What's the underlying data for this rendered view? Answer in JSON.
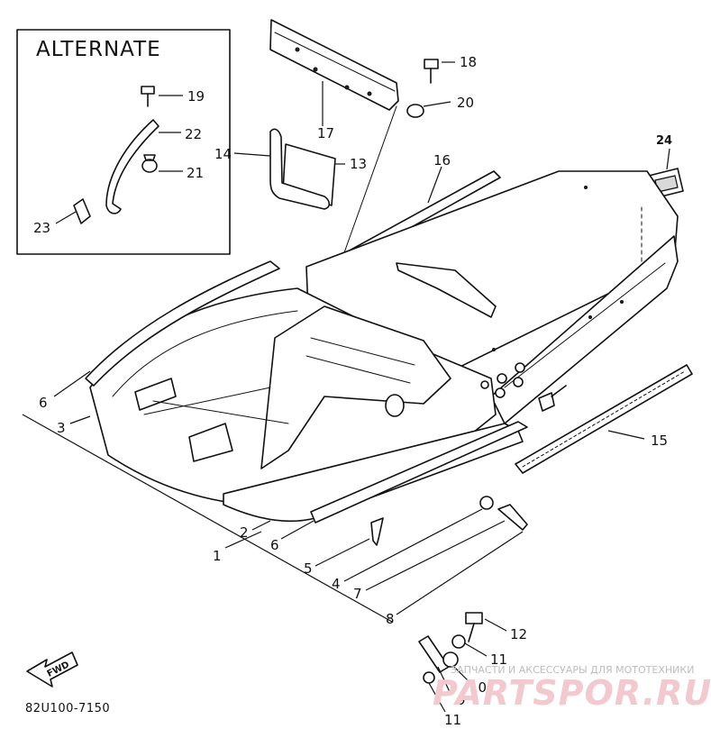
{
  "alternate_box": {
    "title": "ALTERNATE"
  },
  "callouts": {
    "c1": "1",
    "c2": "2",
    "c3": "3",
    "c4": "4",
    "c5": "5",
    "c6a": "6",
    "c6b": "6",
    "c7": "7",
    "c8": "8",
    "c9": "9",
    "c10": "10",
    "c11a": "11",
    "c11b": "11",
    "c12": "12",
    "c13": "13",
    "c14": "14",
    "c15": "15",
    "c16": "16",
    "c17": "17",
    "c18": "18",
    "c19": "19",
    "c20": "20",
    "c21": "21",
    "c22": "22",
    "c23": "23",
    "c24": "24"
  },
  "diagram_code": "82U100-7150",
  "forward_arrow": {
    "label": "FWD"
  },
  "watermark": {
    "caption": "ЗАПЧАСТИ И АКСЕССУАРЫ ДЛЯ МОТОТЕХНИКИ",
    "brand": "PARTSPOR.RU"
  },
  "icons": [
    "forward-arrow-icon"
  ],
  "colors": {
    "ink": "#111111",
    "background": "#ffffff",
    "watermark": "#f1c9cf"
  }
}
